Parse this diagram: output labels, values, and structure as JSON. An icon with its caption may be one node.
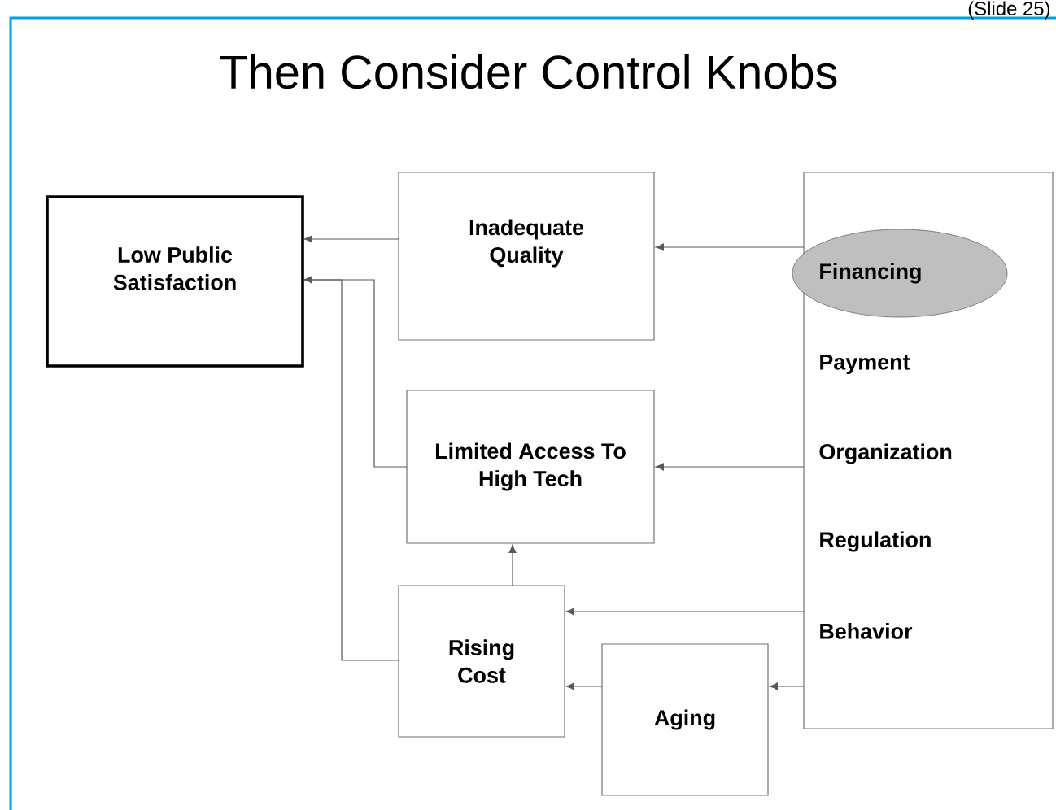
{
  "diagram": {
    "title": "Then Consider Control Knobs",
    "nodes": [
      {
        "text": [
          "Low Public Satisfaction"
        ]
      },
      {
        "text": [
          "Inadequate Quality"
        ]
      },
      {
        "text": [
          "Limited Access To High Tech"
        ]
      },
      {
        "text": [
          "Rising Cost"
        ]
      },
      {
        "text": [
          "Aging"
        ]
      },
      {
        "text": [
          "Payment",
          "Organization",
          "Regulation",
          "Behavior"
        ]
      },
      {
        "text": [
          "Financing"
        ],
        "in": 5
      }
    ],
    "edges": [
      {
        "from": 1,
        "to": 0,
        "arrow": "to"
      },
      {
        "from": 2,
        "to": 0,
        "arrow": "to"
      },
      {
        "from": 3,
        "to": 0,
        "arrow": "to"
      },
      {
        "from": 3,
        "to": 2,
        "arrow": "to"
      },
      {
        "from": 5,
        "to": 1,
        "arrow": "to"
      },
      {
        "from": 5,
        "to": 2,
        "arrow": "to"
      },
      {
        "from": 5,
        "to": 3,
        "arrow": "to"
      },
      {
        "from": 5,
        "to": 4,
        "arrow": "to"
      },
      {
        "from": 4,
        "to": 3,
        "arrow": "to"
      }
    ],
    "labels": [
      "(Slide 25)"
    ]
  }
}
